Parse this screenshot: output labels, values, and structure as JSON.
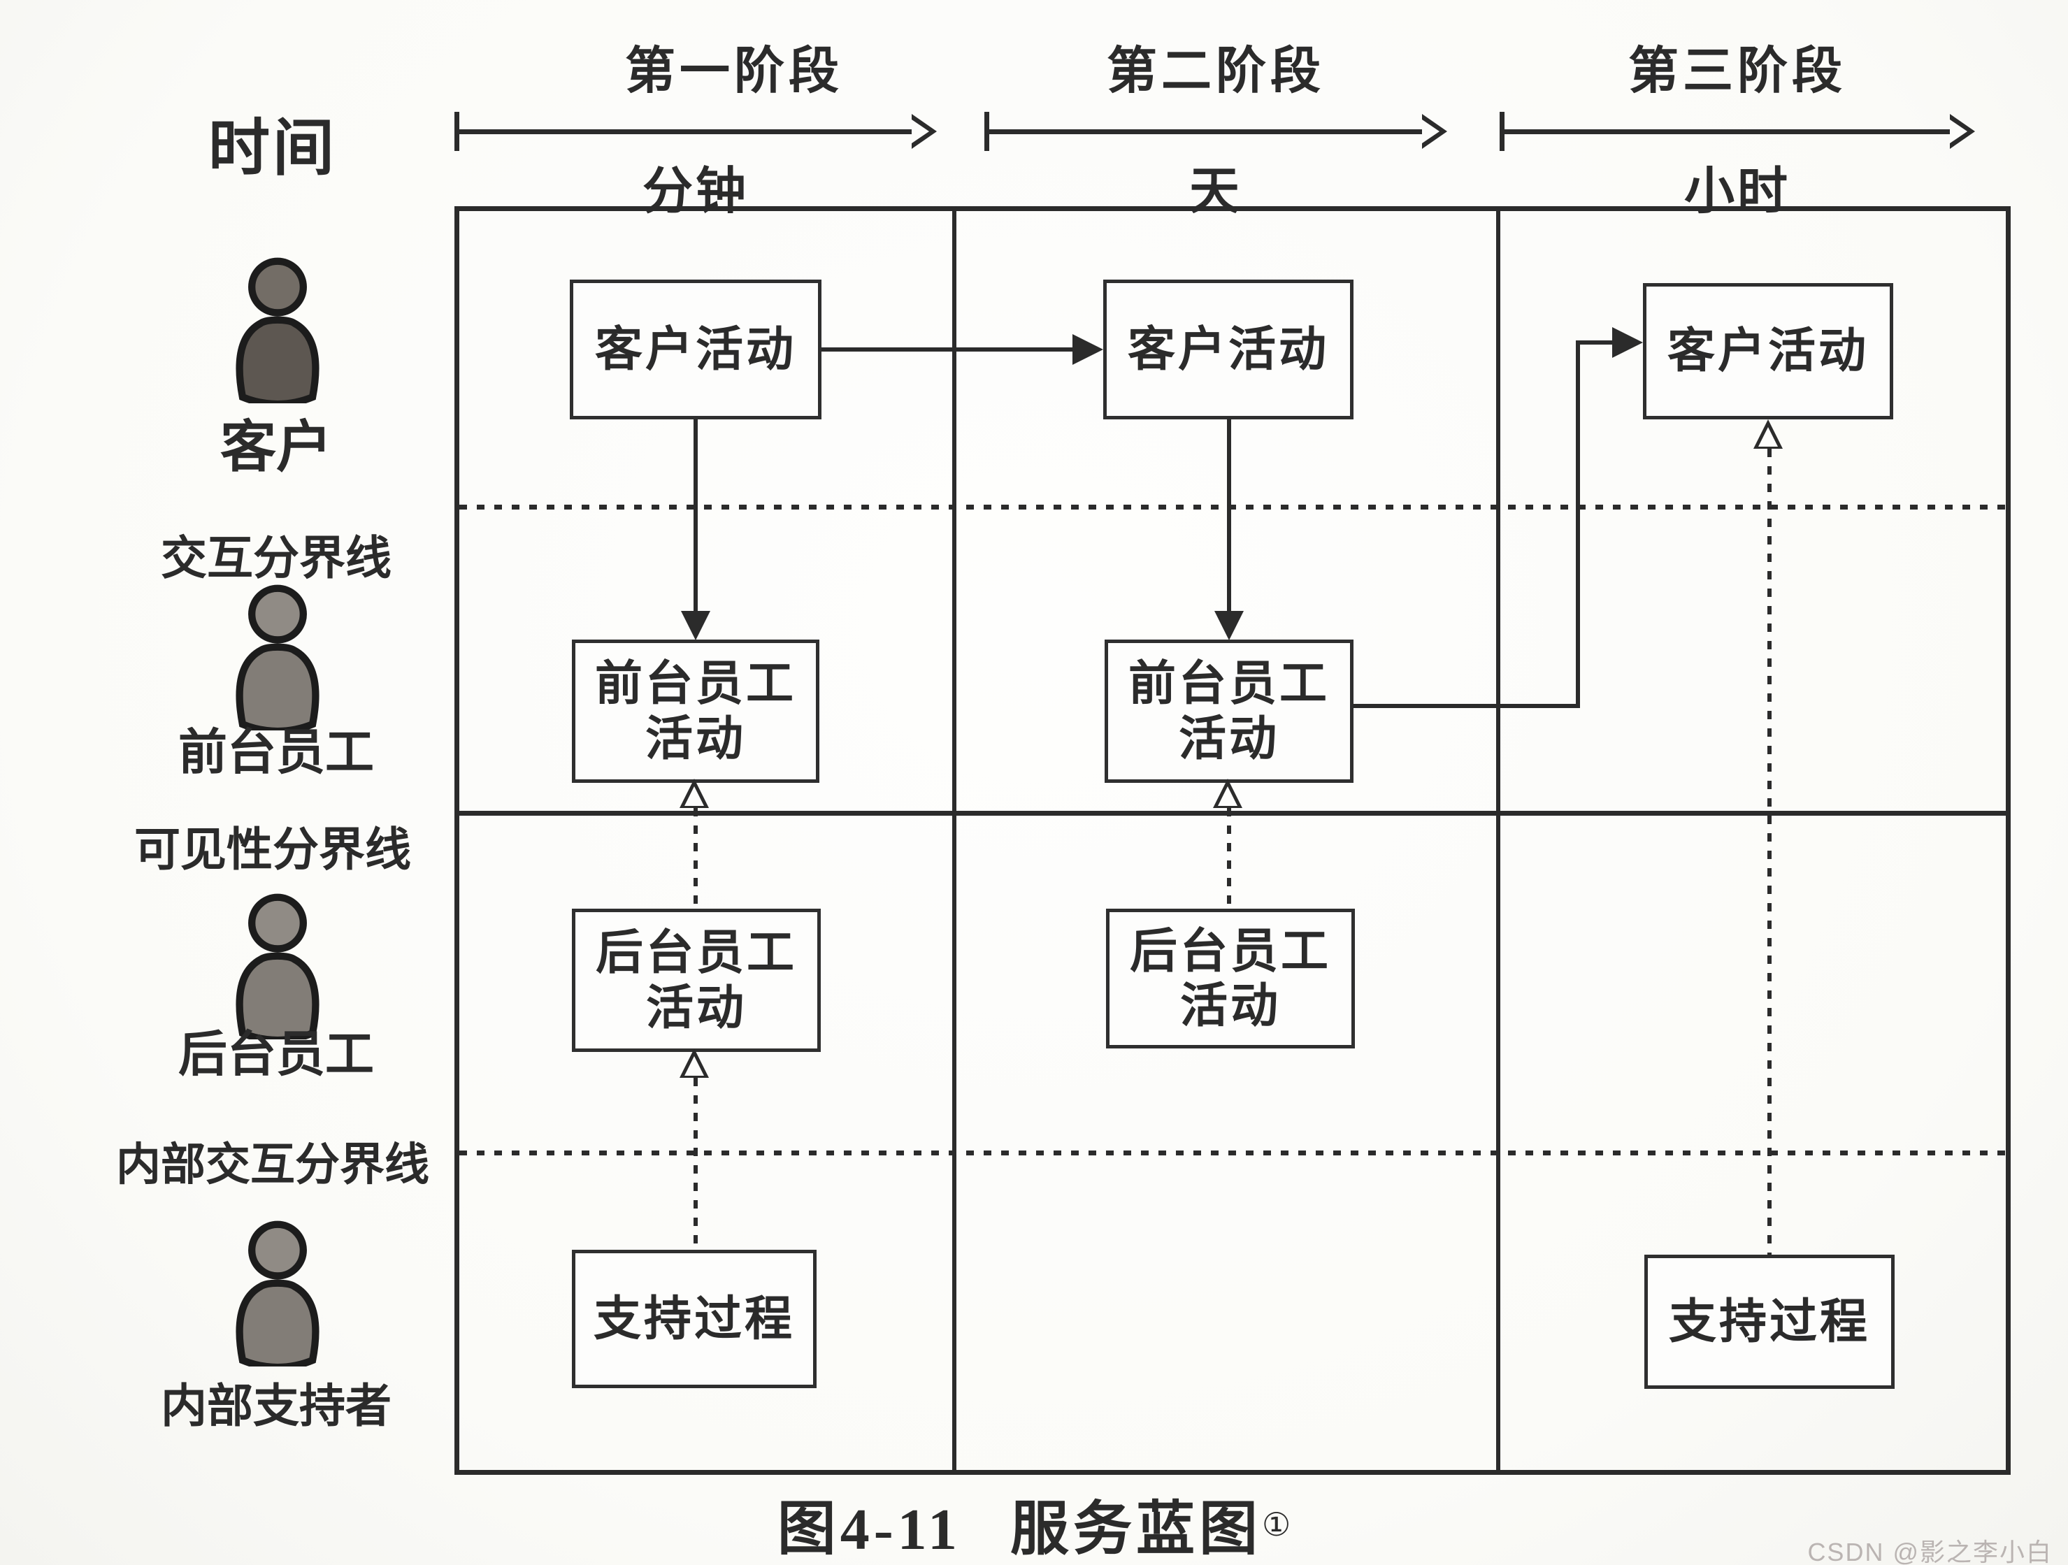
{
  "header": {
    "time_label": "时间",
    "phases": [
      {
        "label": "第一阶段",
        "unit": "分钟"
      },
      {
        "label": "第二阶段",
        "unit": "天"
      },
      {
        "label": "第三阶段",
        "unit": "小时"
      }
    ]
  },
  "rail": {
    "roles": [
      {
        "label": "客户"
      },
      {
        "label": "前台员工"
      },
      {
        "label": "后台员工"
      },
      {
        "label": "内部支持者"
      }
    ],
    "boundaries": [
      {
        "label": "交互分界线"
      },
      {
        "label": "可见性分界线"
      },
      {
        "label": "内部交互分界线"
      }
    ]
  },
  "grid": {
    "col1": {
      "customer": "客户活动",
      "front_line1": "前台员工",
      "front_line2": "活动",
      "back_line1": "后台员工",
      "back_line2": "活动",
      "support": "支持过程"
    },
    "col2": {
      "customer": "客户活动",
      "front_line1": "前台员工",
      "front_line2": "活动",
      "back_line1": "后台员工",
      "back_line2": "活动"
    },
    "col3": {
      "customer": "客户活动",
      "support": "支持过程"
    }
  },
  "caption": {
    "figure_no": "图4-11",
    "title": "服务蓝图",
    "footnote_mark": "①"
  },
  "watermark": "CSDN @影之李小白",
  "colors": {
    "ink": "#2b2b2b",
    "paper": "#fcfcfa",
    "icon_outline": "#1c1c1c",
    "icon_body_dark": "#5d5751",
    "icon_head_dark": "#736d66",
    "icon_body_light": "#827d77",
    "icon_head_light": "#908b85",
    "watermark": "#bab4b2"
  }
}
